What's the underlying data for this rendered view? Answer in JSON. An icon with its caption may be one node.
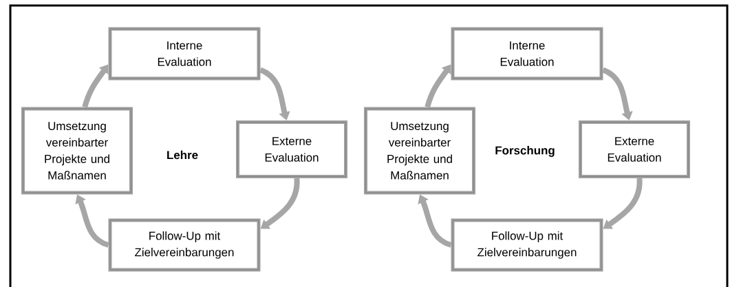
{
  "diagram": {
    "nodes": [
      {
        "text": [
          "Interne Evaluation"
        ]
      },
      {
        "text": [
          "Umsetzung vereinbarter Projekte und Maßnamen"
        ]
      },
      {
        "text": [
          "Externe Evaluation"
        ]
      },
      {
        "text": [
          "Follow-Up mit Zielvereinbarungen"
        ]
      },
      {
        "text": [
          "Interne Evaluation"
        ]
      },
      {
        "text": [
          "Umsetzung vereinbarter Projekte und Maßnamen"
        ]
      },
      {
        "text": [
          "Externe Evaluation"
        ]
      },
      {
        "text": [
          "Follow-Up mit Zielvereinbarungen"
        ]
      }
    ],
    "edges": [
      {
        "from": 0,
        "to": 2,
        "arrow": "to"
      },
      {
        "from": 2,
        "to": 3,
        "arrow": "to"
      },
      {
        "from": 3,
        "to": 1,
        "arrow": "to"
      },
      {
        "from": 1,
        "to": 0,
        "arrow": "to"
      },
      {
        "from": 4,
        "to": 6,
        "arrow": "to"
      },
      {
        "from": 6,
        "to": 7,
        "arrow": "to"
      },
      {
        "from": 7,
        "to": 5,
        "arrow": "to"
      },
      {
        "from": 5,
        "to": 4,
        "arrow": "to"
      }
    ],
    "labels": [
      "Lehre",
      "Forschung"
    ]
  }
}
